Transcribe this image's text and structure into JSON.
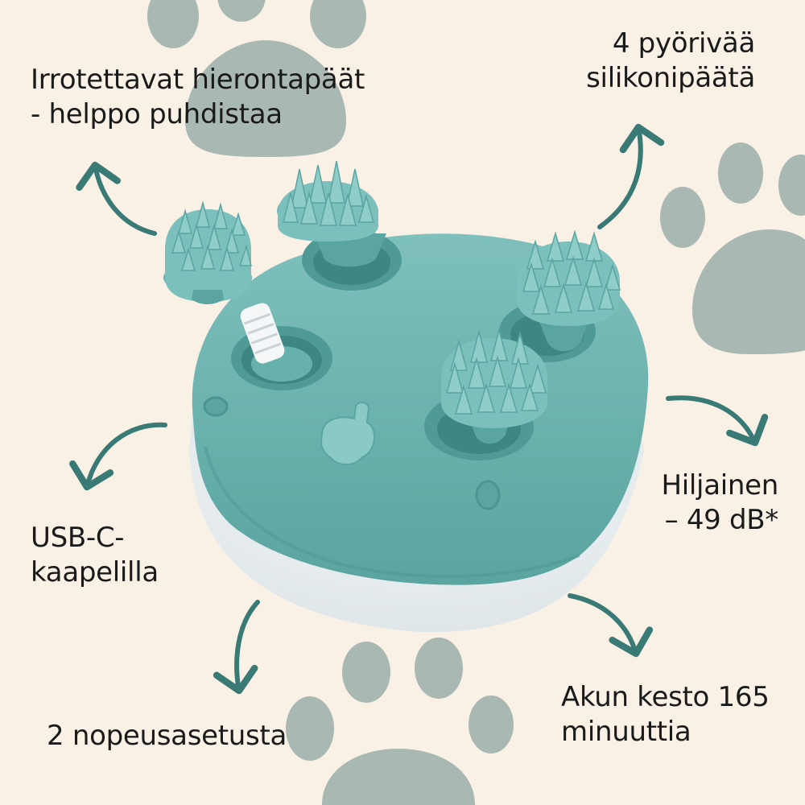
{
  "features": {
    "detachable": {
      "line1": "Irrotettavat hierontapäät",
      "line2": "- helppo puhdistaa"
    },
    "rotating": {
      "line1": "4 pyörivää",
      "line2": "silikonipäätä"
    },
    "quiet": {
      "line1": "Hiljainen",
      "line2": "– 49 dB*"
    },
    "usbc": {
      "line1": "USB-C-",
      "line2": "kaapelilla"
    },
    "speeds": {
      "line1": "2 nopeusasetusta"
    },
    "battery": {
      "line1": "Akun kesto 165",
      "line2": "minuuttia"
    }
  },
  "colors": {
    "background": "#faf1e6",
    "paw": "#a9b8b2",
    "device_teal": "#6fb6b3",
    "device_base": "#e8eef0",
    "arrow": "#3a7a76",
    "text": "#1a1a1a"
  },
  "icons": [
    "paw-print-icon",
    "curved-arrow-icon",
    "lock-icon",
    "power-button-icon"
  ]
}
